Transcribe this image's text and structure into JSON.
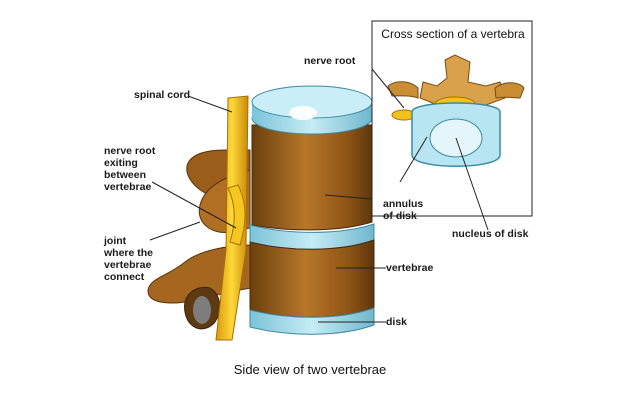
{
  "inset": {
    "title": "Cross section of a vertebra"
  },
  "caption": "Side view of two vertebrae",
  "labels": {
    "spinal_cord": "spinal cord",
    "nerve_root_top": "nerve root",
    "nerve_root_exiting": "nerve root\nexiting\nbetween\nvertebrae",
    "joint": "joint\nwhere the\nvertebrae\nconnect",
    "annulus": "annulus\nof disk",
    "nucleus": "nucleus of disk",
    "vertebrae": "vertebrae",
    "disk": "disk"
  },
  "colors": {
    "bone_dark": "#7a4a12",
    "bone_mid": "#a8681c",
    "bone_light": "#d9a24a",
    "disk_blue": "#a9dcea",
    "disk_edge": "#5fb0c8",
    "nerve_yellow": "#f2c21a",
    "nerve_dark": "#c78f0a"
  }
}
